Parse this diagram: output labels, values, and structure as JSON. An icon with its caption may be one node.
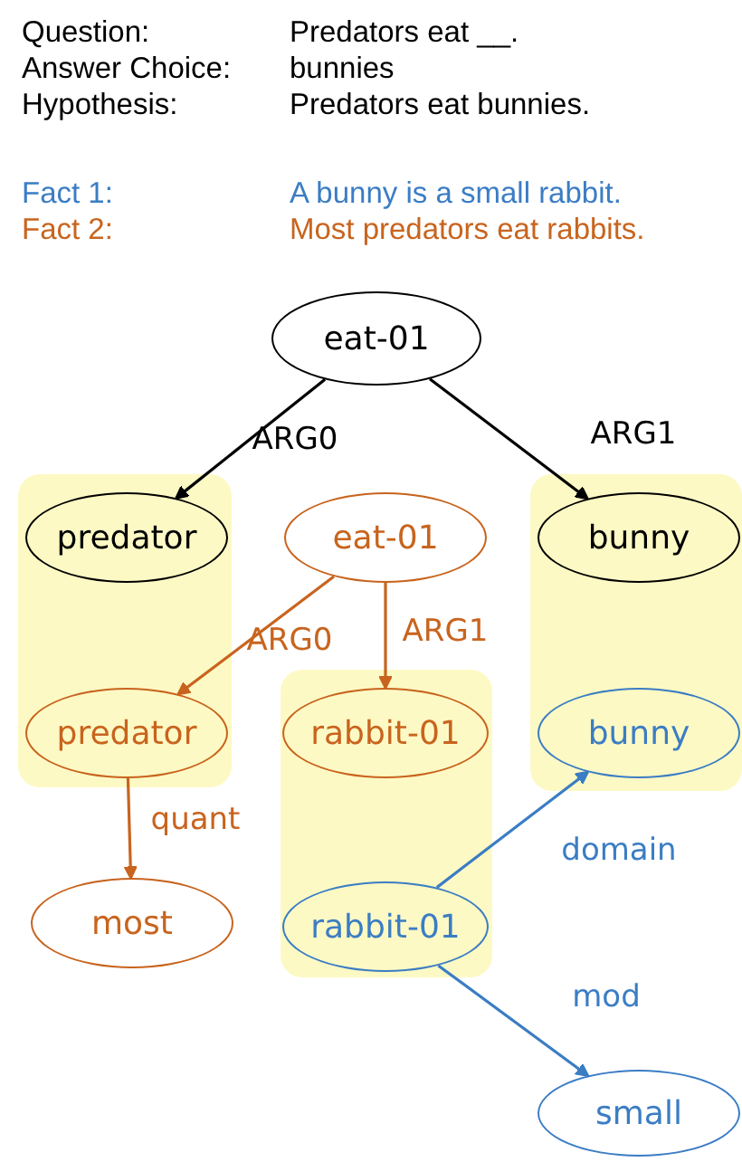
{
  "diagram": {
    "nodes": [
      {
        "text": [
          "eat-01"
        ]
      },
      {
        "text": [],
        "shape": "box"
      },
      {
        "text": [
          "predator"
        ],
        "in": 1
      },
      {
        "text": [
          "eat-01"
        ]
      },
      {
        "text": [],
        "shape": "box"
      },
      {
        "text": [
          "bunny"
        ],
        "in": 4
      },
      {
        "text": [],
        "shape": "box"
      },
      {
        "text": [
          "predator"
        ],
        "in": 1
      },
      {
        "text": [
          "rabbit-01"
        ],
        "in": 6
      },
      {
        "text": [
          "bunny"
        ],
        "in": 4
      },
      {
        "text": [
          "most"
        ]
      },
      {
        "text": [
          "rabbit-01"
        ],
        "in": 6
      },
      {
        "text": [
          "small"
        ]
      }
    ],
    "edges": [
      {
        "from": 0,
        "to": 2,
        "arrow": "to",
        "label": "ARG0",
        "color": "#000000"
      },
      {
        "from": 0,
        "to": 5,
        "arrow": "to",
        "label": "ARG1",
        "color": "#000000"
      },
      {
        "from": 3,
        "to": 7,
        "arrow": "to",
        "label": "ARG0"
      },
      {
        "from": 3,
        "to": 8,
        "arrow": "to",
        "label": "ARG1"
      },
      {
        "from": 7,
        "to": 10,
        "arrow": "to",
        "label": "quant"
      },
      {
        "from": 11,
        "to": 9,
        "arrow": "to",
        "label": "domain",
        "color": "#3b7dc4"
      },
      {
        "from": 11,
        "to": 12,
        "arrow": "to",
        "label": "mod",
        "color": "#3b7dc4"
      }
    ],
    "labels": [
      "Question:",
      "Predators eat __.",
      "Answer Choice:",
      "bunnies",
      "Hypothesis:",
      "Predators eat bunnies.",
      "Fact 1:",
      "A bunny is a small rabbit.",
      "Fact 2:",
      "Most predators eat rabbits."
    ]
  }
}
